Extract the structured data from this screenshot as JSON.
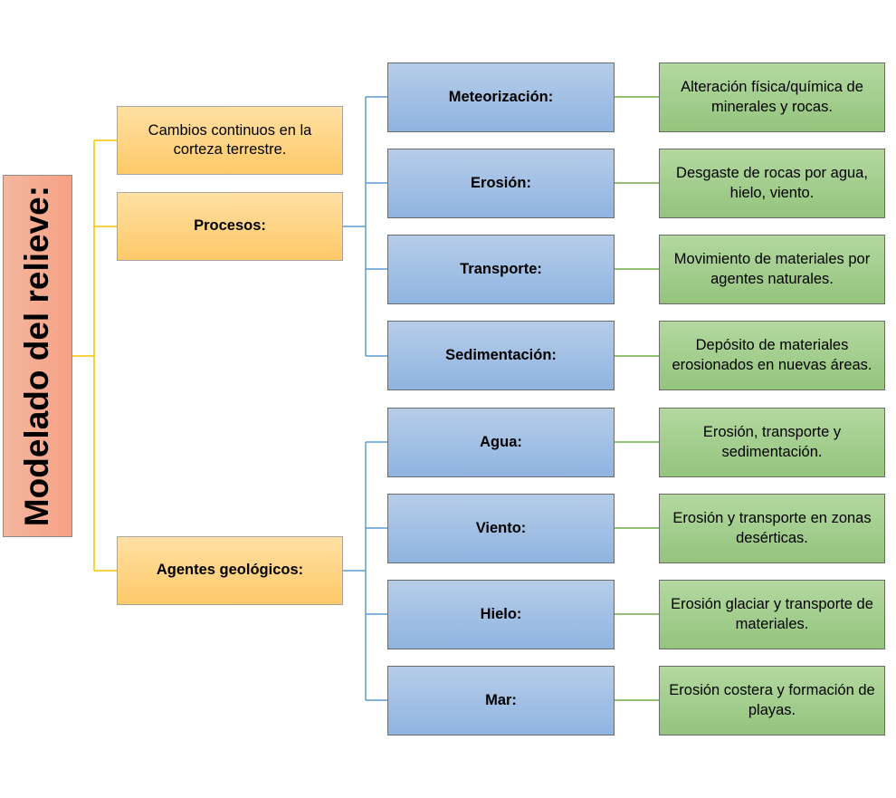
{
  "root": {
    "label": "Modelado del relieve:"
  },
  "branches": [
    {
      "label": "Cambios continuos en la corteza terrestre."
    },
    {
      "label": "Procesos:"
    },
    {
      "label": "Agentes geológicos:"
    }
  ],
  "procesos": [
    {
      "label": "Meteorización:",
      "description": "Alteración física/química de minerales y rocas."
    },
    {
      "label": "Erosión:",
      "description": "Desgaste de rocas por agua, hielo, viento."
    },
    {
      "label": "Transporte:",
      "description": "Movimiento de materiales por agentes naturales."
    },
    {
      "label": "Sedimentación:",
      "description": "Depósito de materiales erosionados en nuevas áreas."
    }
  ],
  "agentes": [
    {
      "label": "Agua:",
      "description": "Erosión, transporte y sedimentación."
    },
    {
      "label": "Viento:",
      "description": "Erosión y transporte en zonas desérticas."
    },
    {
      "label": "Hielo:",
      "description": "Erosión glaciar y transporte de materiales."
    },
    {
      "label": "Mar:",
      "description": "Erosión costera y formación de playas."
    }
  ],
  "colors": {
    "root_fill": "#f6a184",
    "level1_fill": "#fec969",
    "level2_fill": "#8fb4e0",
    "level3_fill": "#94c47d",
    "connector_root": "#f5c400",
    "connector_level2": "#5b9bd5",
    "connector_level3": "#70ad47"
  }
}
